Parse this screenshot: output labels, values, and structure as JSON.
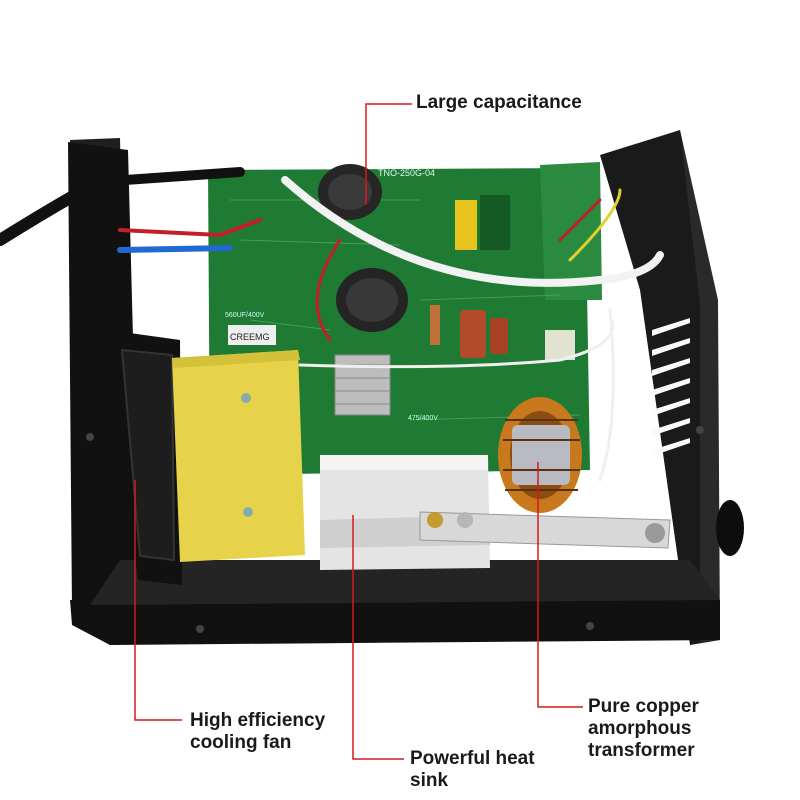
{
  "labels": {
    "capacitance": "Large capacitance",
    "fan_line1": "High efficiency",
    "fan_line2": "cooling fan",
    "sink_line1": "Powerful heat",
    "sink_line2": "sink",
    "trans_line1": "Pure copper",
    "trans_line2": "amorphous",
    "trans_line3": "transformer"
  },
  "board_markings": {
    "model": "TNO-250G-04",
    "capacitor": "560UF/400V",
    "resistor": "CREEMG",
    "small_cap": "475/400V"
  },
  "colors": {
    "leader_line": "#d7191c",
    "pcb_green": "#1f7a34",
    "chassis_black": "#1c1c1c",
    "insulator_yellow": "#e6d34a",
    "copper": "#c9791d"
  }
}
